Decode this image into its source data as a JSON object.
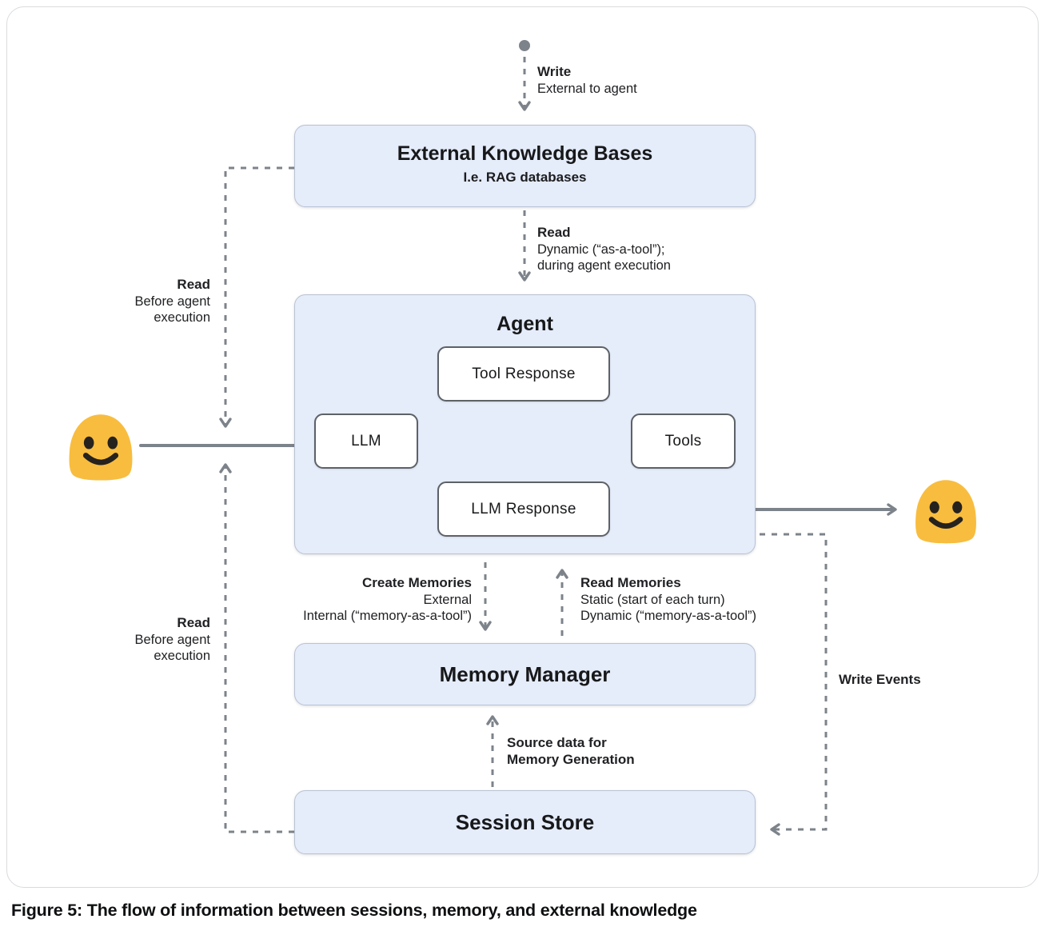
{
  "figure_caption": "Figure 5: The flow of information between sessions, memory, and external knowledge",
  "nodes": {
    "external_kb": {
      "title": "External Knowledge Bases",
      "subtitle": "I.e. RAG databases"
    },
    "agent": {
      "title": "Agent",
      "tool_response": "Tool Response",
      "llm": "LLM",
      "tools": "Tools",
      "llm_response": "LLM Response"
    },
    "memory_manager": {
      "title": "Memory Manager"
    },
    "session_store": {
      "title": "Session Store"
    }
  },
  "labels": {
    "write": {
      "title": "Write",
      "line1": "External to agent"
    },
    "read_dynamic": {
      "title": "Read",
      "line1": "Dynamic (“as-a-tool”);",
      "line2": "during agent execution"
    },
    "read_before_top": {
      "title": "Read",
      "line1": "Before agent",
      "line2": "execution"
    },
    "read_before_bottom": {
      "title": "Read",
      "line1": "Before agent",
      "line2": "execution"
    },
    "create_memories": {
      "title": "Create Memories",
      "line1": "External",
      "line2": "Internal (“memory-as-a-tool”)"
    },
    "read_memories": {
      "title": "Read Memories",
      "line1": "Static (start of each turn)",
      "line2": "Dynamic (“memory-as-a-tool”)"
    },
    "source_data": {
      "line1": "Source data for",
      "line2": "Memory Generation"
    },
    "write_events": {
      "title": "Write Events"
    }
  },
  "connections": [
    {
      "from": "external-source",
      "to": "external_kb",
      "label": "Write — External to agent",
      "style": "dashed"
    },
    {
      "from": "external_kb",
      "to": "agent",
      "label": "Read — Dynamic (“as-a-tool”); during agent execution",
      "style": "dashed"
    },
    {
      "from": "user",
      "to": "llm",
      "style": "solid"
    },
    {
      "from": "tool_response",
      "to": "llm",
      "style": "solid"
    },
    {
      "from": "tools",
      "to": "tool_response",
      "style": "solid"
    },
    {
      "from": "llm",
      "to": "llm_response",
      "style": "solid"
    },
    {
      "from": "llm_response",
      "to": "tools",
      "style": "solid"
    },
    {
      "from": "llm_response",
      "to": "user",
      "style": "solid"
    },
    {
      "from": "external_kb",
      "to": "user-input-line",
      "label": "Read — Before agent execution",
      "style": "dashed"
    },
    {
      "from": "session_store",
      "to": "user-input-line",
      "label": "Read — Before agent execution",
      "style": "dashed"
    },
    {
      "from": "agent",
      "to": "memory_manager",
      "label": "Create Memories — External; Internal (“memory-as-a-tool”)",
      "style": "dashed"
    },
    {
      "from": "memory_manager",
      "to": "agent",
      "label": "Read Memories — Static (start of each turn); Dynamic (“memory-as-a-tool”)",
      "style": "dashed"
    },
    {
      "from": "session_store",
      "to": "memory_manager",
      "label": "Source data for Memory Generation",
      "style": "dashed"
    },
    {
      "from": "agent",
      "to": "session_store",
      "label": "Write Events",
      "style": "dashed"
    }
  ],
  "colors": {
    "box_fill": "#e5ecfa",
    "box_border": "#b9c3d4",
    "node_border": "#5d6268",
    "arrow": "#7d838a",
    "emoji_yellow": "#f8bd3f",
    "emoji_face": "#26221e",
    "text": "#202124"
  }
}
